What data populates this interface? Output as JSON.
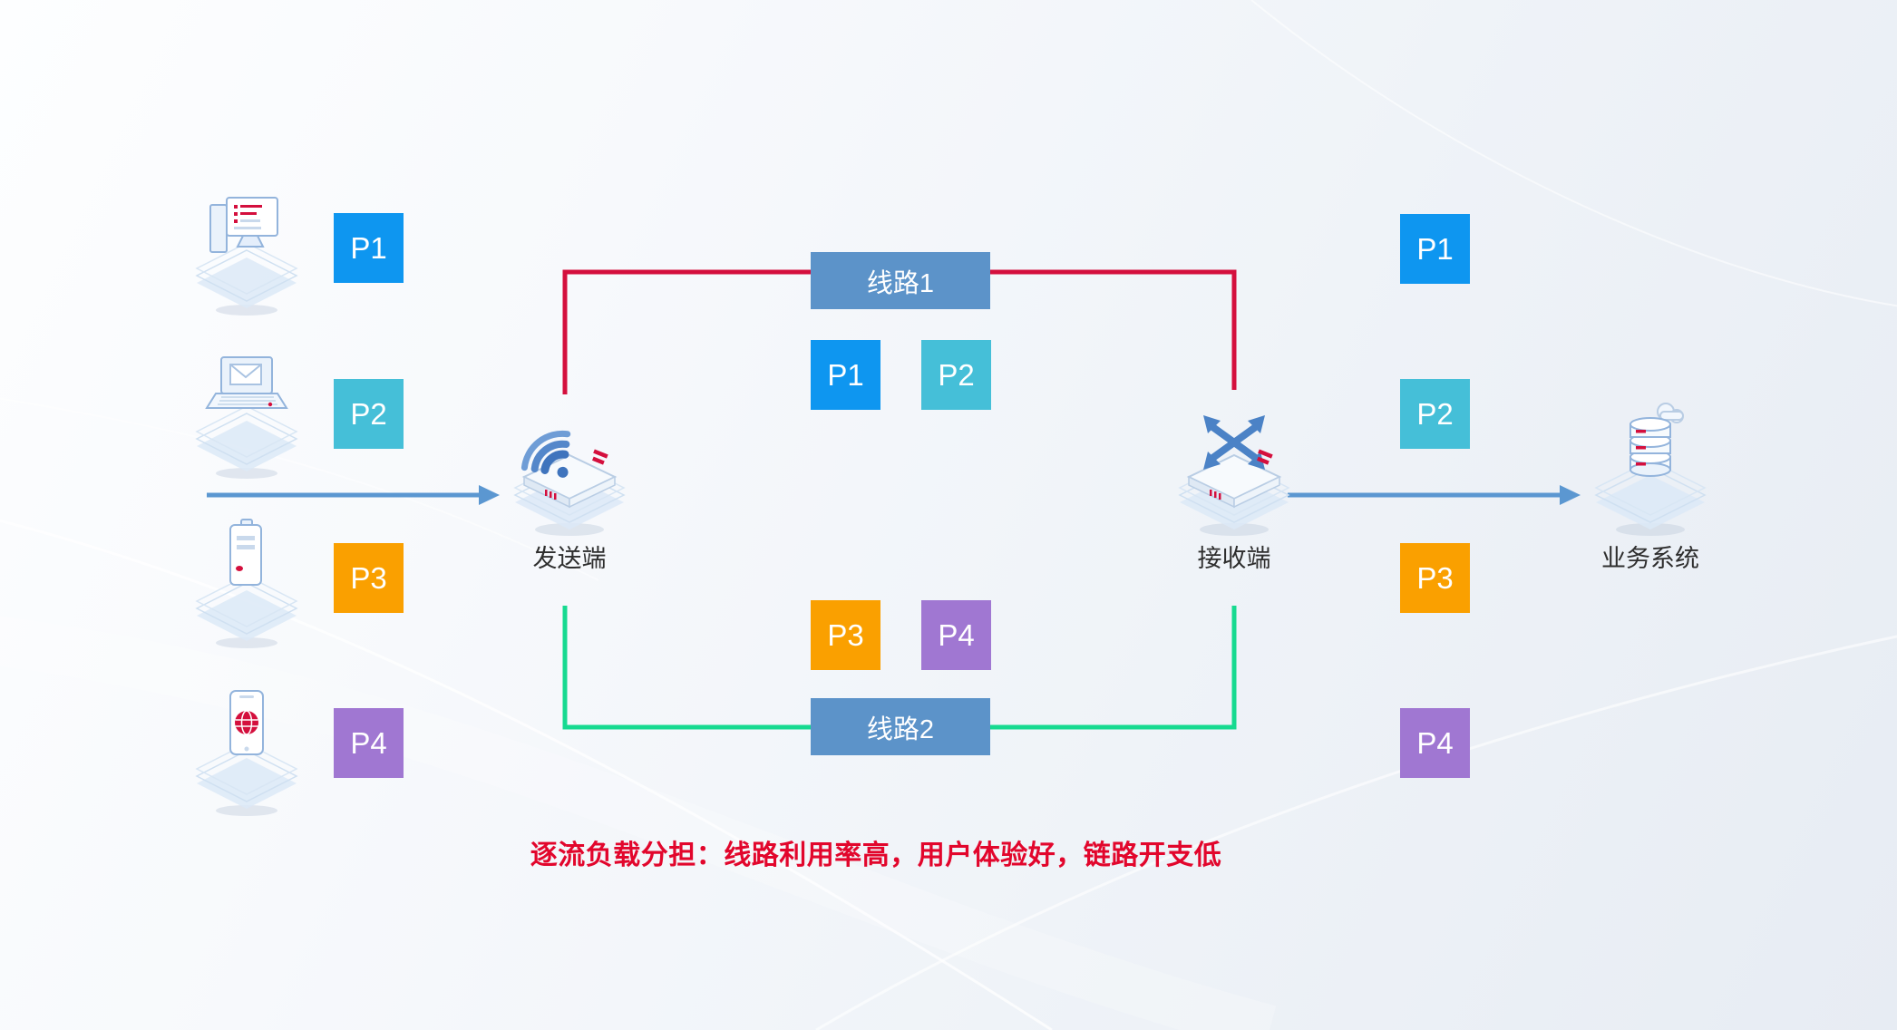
{
  "packets": [
    {
      "id": "P1",
      "label": "P1",
      "color": "#0e96f0"
    },
    {
      "id": "P2",
      "label": "P2",
      "color": "#45bfd8"
    },
    {
      "id": "P3",
      "label": "P3",
      "color": "#faa000"
    },
    {
      "id": "P4",
      "label": "P4",
      "color": "#a077d2"
    }
  ],
  "source_devices": [
    {
      "icon": "desktop-computer-icon",
      "packet": "P1"
    },
    {
      "icon": "laptop-icon",
      "packet": "P2"
    },
    {
      "icon": "handheld-terminal-icon",
      "packet": "P3"
    },
    {
      "icon": "smartphone-icon",
      "packet": "P4"
    }
  ],
  "nodes": {
    "sender": {
      "label": "发送端",
      "icon": "wifi-router-icon"
    },
    "receiver": {
      "label": "接收端",
      "icon": "switch-icon"
    },
    "business_system": {
      "label": "业务系统",
      "icon": "database-icon"
    }
  },
  "lines": {
    "line1": {
      "label": "线路1",
      "path_color": "#d40f3d",
      "box_color": "#5c93c9",
      "carried_packets": [
        "P1",
        "P2"
      ]
    },
    "line2": {
      "label": "线路2",
      "path_color": "#16da90",
      "box_color": "#5c93c9",
      "carried_packets": [
        "P3",
        "P4"
      ]
    }
  },
  "arrows": {
    "color": "#5b97d1"
  },
  "caption": {
    "text": "逐流负载分担：线路利用率高，用户体验好，链路开支低",
    "color": "#e2062c"
  }
}
